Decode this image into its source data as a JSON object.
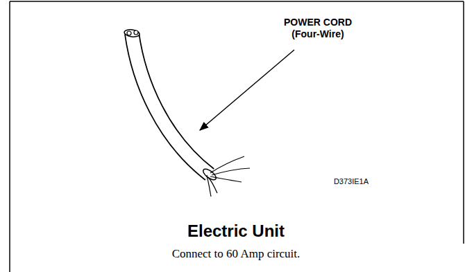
{
  "diagram": {
    "title": "Electric Unit",
    "caption": "Connect to 60 Amp circuit.",
    "labels": [
      "POWER CORD (Four-Wire)",
      "D373IE1A"
    ]
  }
}
